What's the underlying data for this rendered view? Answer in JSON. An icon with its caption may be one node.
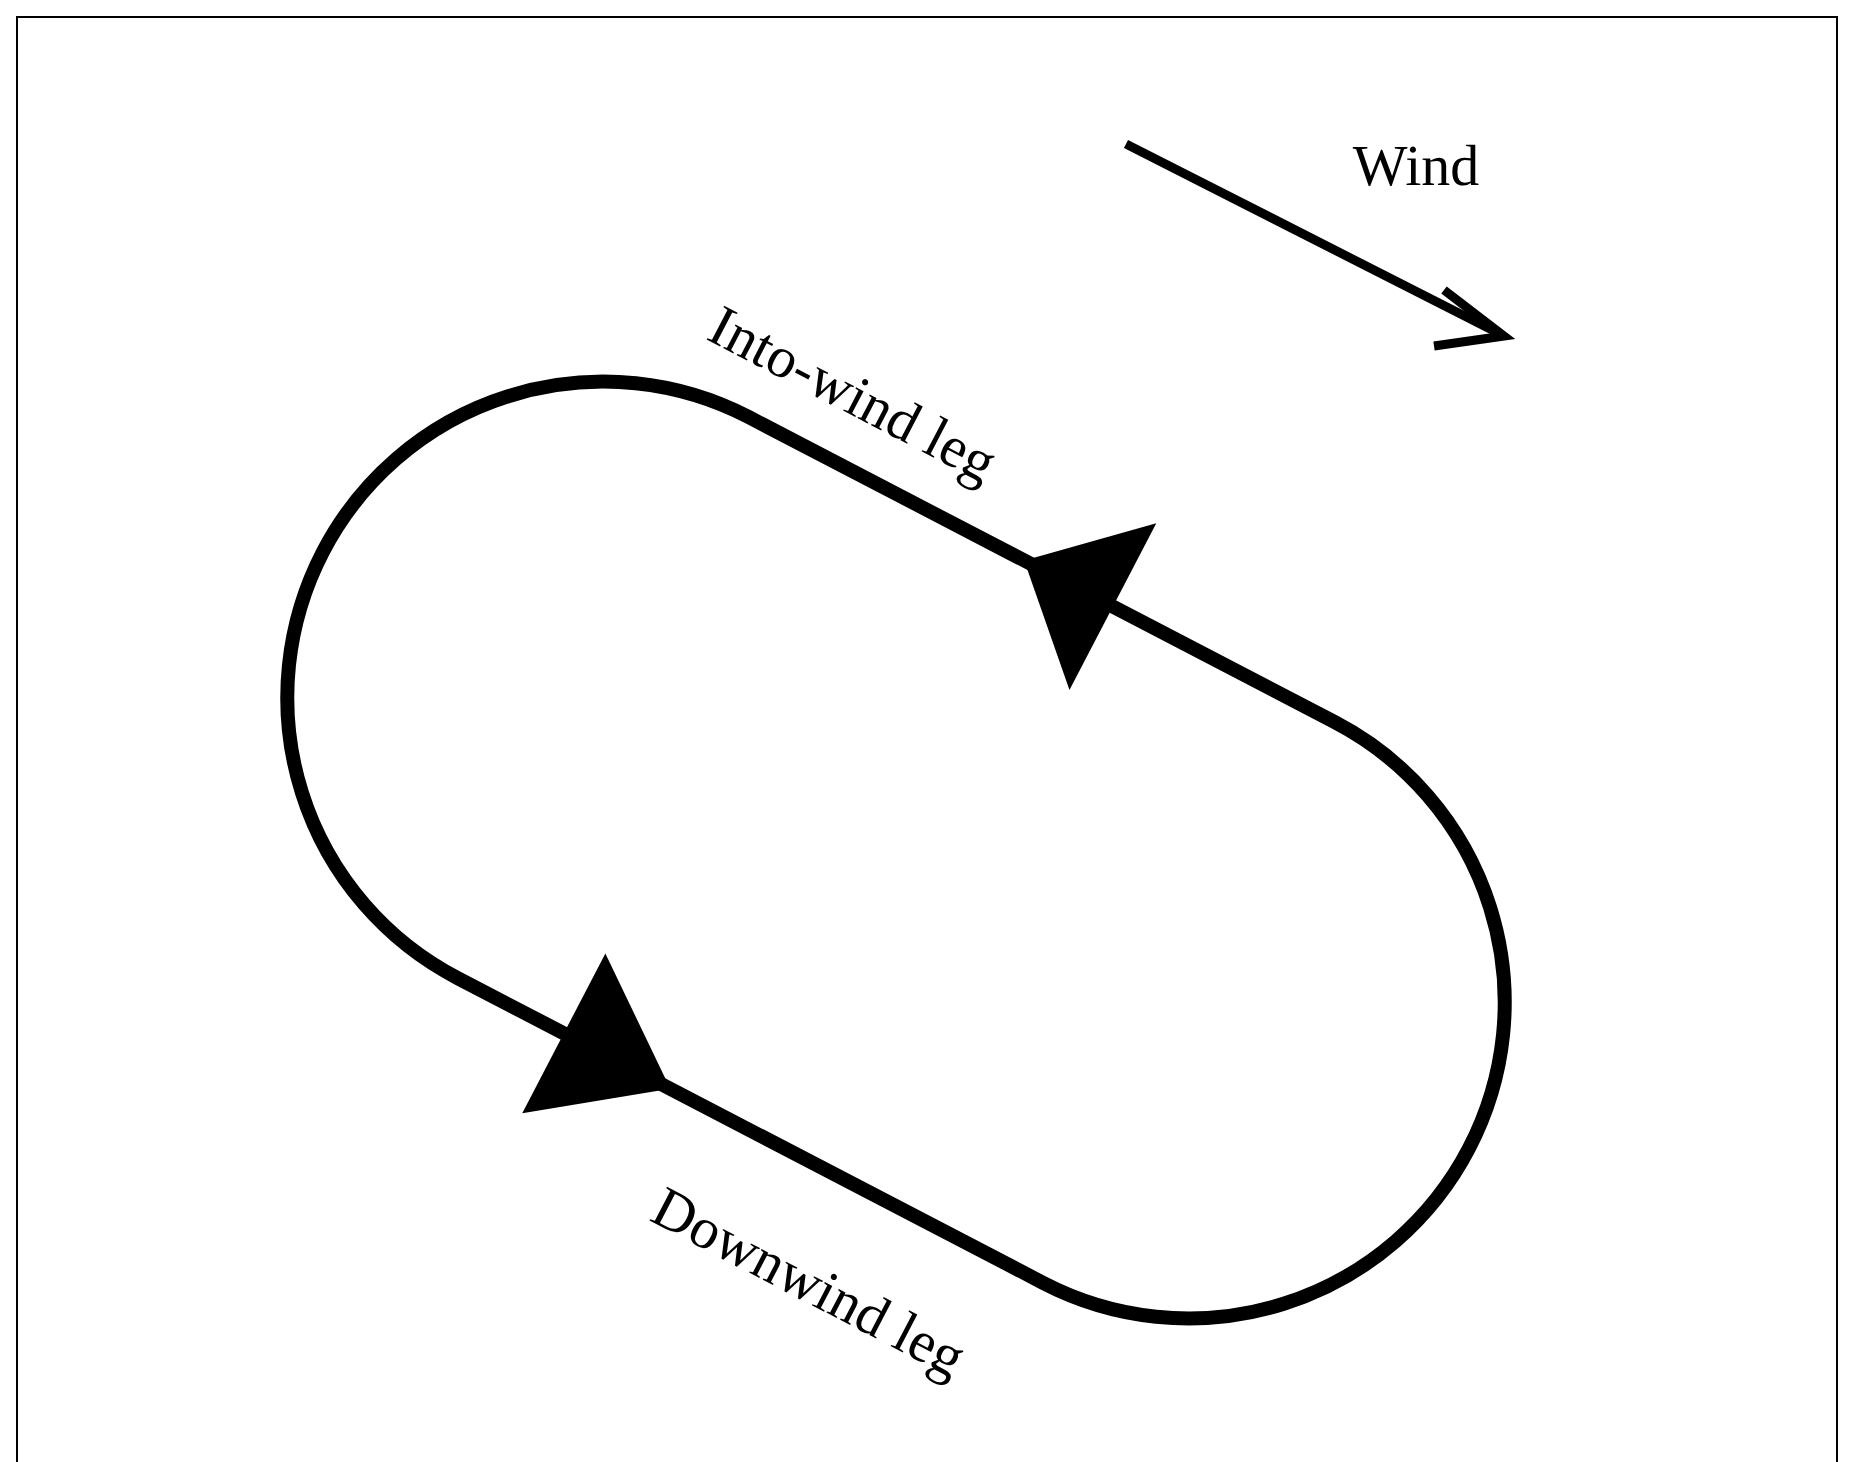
{
  "diagram": {
    "labels": [
      "Wind",
      "Into-wind leg",
      "Downwind leg"
    ]
  }
}
